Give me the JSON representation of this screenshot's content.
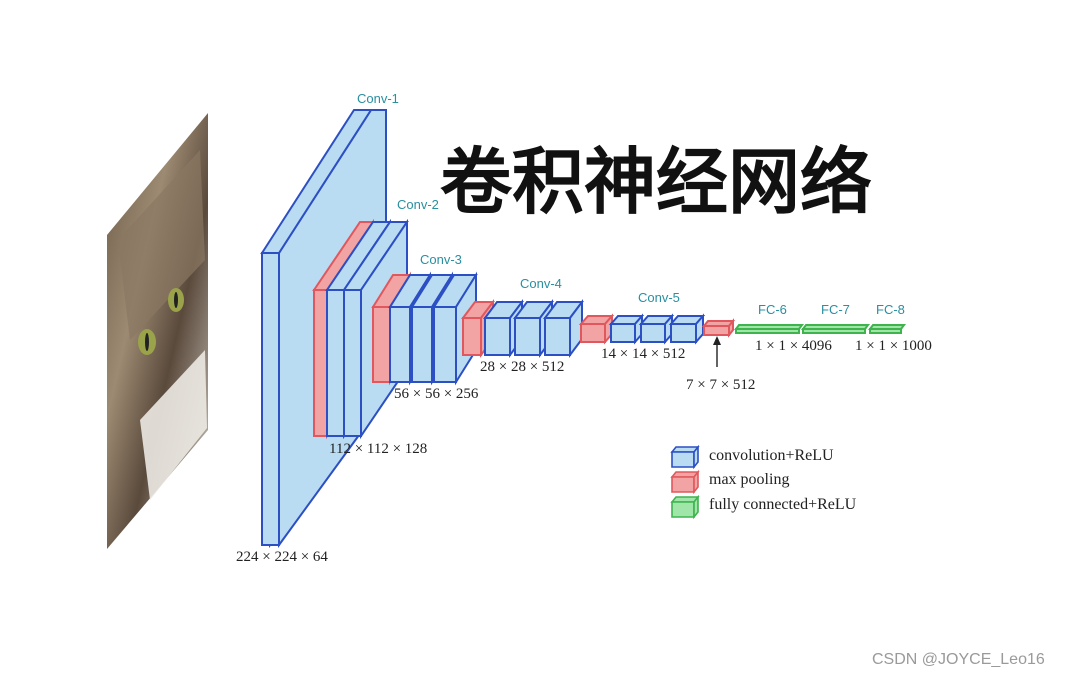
{
  "title": "卷积神经网络",
  "layers": {
    "conv1": "Conv-1",
    "conv2": "Conv-2",
    "conv3": "Conv-3",
    "conv4": "Conv-4",
    "conv5": "Conv-5",
    "fc6": "FC-6",
    "fc7": "FC-7",
    "fc8": "FC-8"
  },
  "dims": {
    "d1": "224 × 224 × 64",
    "d2": "112 × 112 × 128",
    "d3": "56 × 56 × 256",
    "d4": "28 × 28 × 512",
    "d5": "14 × 14 × 512",
    "d6": "7 × 7 × 512",
    "d7": "1 × 1 × 4096",
    "d8": "1 × 1 × 1000"
  },
  "legend": {
    "conv": "convolution+ReLU",
    "pool": "max pooling",
    "fc": "fully connected+ReLU"
  },
  "watermark": "CSDN @JOYCE_Leo16",
  "colors": {
    "conv_fill": "#b9dcf3",
    "conv_stroke": "#2c4fc4",
    "pool_fill": "#f2a3a3",
    "pool_stroke": "#e0585d",
    "fc_fill": "#9fe6a8",
    "fc_stroke": "#3fb34e"
  }
}
